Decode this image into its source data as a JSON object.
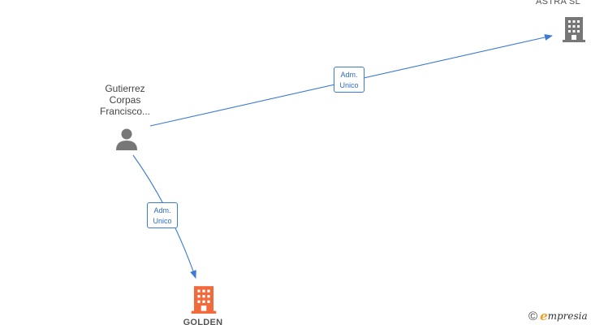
{
  "nodes": {
    "person": {
      "name_lines": [
        "Gutierrez",
        "Corpas",
        "Francisco..."
      ]
    },
    "company_top": {
      "name": "ASTRA SL"
    },
    "company_bottom": {
      "name": "GOLDEN"
    }
  },
  "edges": [
    {
      "from": "person",
      "to": "company_top",
      "label_lines": [
        "Adm.",
        "Unico"
      ]
    },
    {
      "from": "person",
      "to": "company_bottom",
      "label_lines": [
        "Adm.",
        "Unico"
      ]
    }
  ],
  "footer": {
    "copyright_symbol": "©",
    "brand_first": "e",
    "brand_rest": "mpresia"
  },
  "colors": {
    "edge": "#3a7bd5",
    "person_icon": "#777777",
    "company_icon_default": "#777777",
    "company_icon_highlight": "#f26a3b"
  },
  "icons": {
    "person": "person-icon",
    "company": "building-icon"
  }
}
